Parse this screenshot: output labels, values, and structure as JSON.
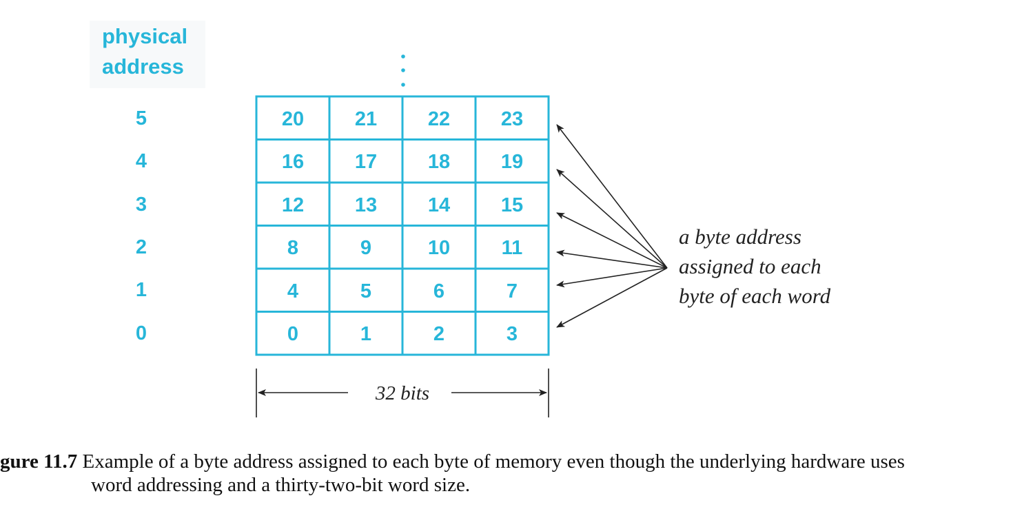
{
  "colors": {
    "accent": "#27b6d9",
    "ink": "#111111",
    "arrow": "#222222"
  },
  "header": {
    "line1": "physical",
    "line2": "address"
  },
  "row_labels": [
    "5",
    "4",
    "3",
    "2",
    "1",
    "0"
  ],
  "grid": [
    [
      "20",
      "21",
      "22",
      "23"
    ],
    [
      "16",
      "17",
      "18",
      "19"
    ],
    [
      "12",
      "13",
      "14",
      "15"
    ],
    [
      "8",
      "9",
      "10",
      "11"
    ],
    [
      "4",
      "5",
      "6",
      "7"
    ],
    [
      "0",
      "1",
      "2",
      "3"
    ]
  ],
  "callout": {
    "line1": "a byte address",
    "line2": "assigned to each",
    "line3": "byte of each word"
  },
  "width_label": "32 bits",
  "caption": {
    "label": "gure 11.7",
    "text_line1": " Example of a byte address assigned to each byte of memory even though the underlying hardware uses",
    "text_line2": "word addressing and a thirty-two-bit word size."
  }
}
